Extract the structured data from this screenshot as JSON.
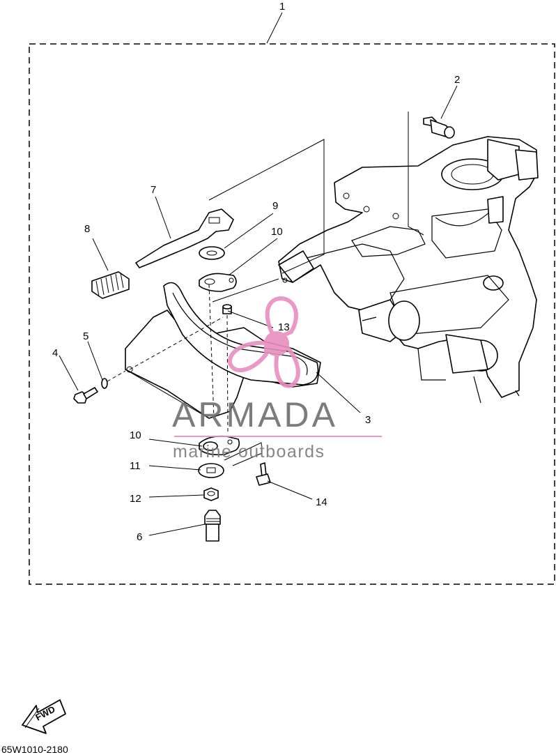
{
  "callouts": [
    {
      "id": "1",
      "label": "1"
    },
    {
      "id": "2",
      "label": "2"
    },
    {
      "id": "3",
      "label": "3"
    },
    {
      "id": "4",
      "label": "4"
    },
    {
      "id": "5",
      "label": "5"
    },
    {
      "id": "6",
      "label": "6"
    },
    {
      "id": "7",
      "label": "7"
    },
    {
      "id": "8",
      "label": "8"
    },
    {
      "id": "9",
      "label": "9"
    },
    {
      "id": "10a",
      "label": "10"
    },
    {
      "id": "10b",
      "label": "10"
    },
    {
      "id": "11",
      "label": "11"
    },
    {
      "id": "12",
      "label": "12"
    },
    {
      "id": "13",
      "label": "13"
    },
    {
      "id": "14",
      "label": "14"
    }
  ],
  "watermark": {
    "title": "ARMADA",
    "subtitle": "marine outboards",
    "brand_pink": "#e88fc0",
    "text_gray": "#707070"
  },
  "footer": {
    "fwd_label": "FWD",
    "reference_code": "65W1010-2180"
  }
}
